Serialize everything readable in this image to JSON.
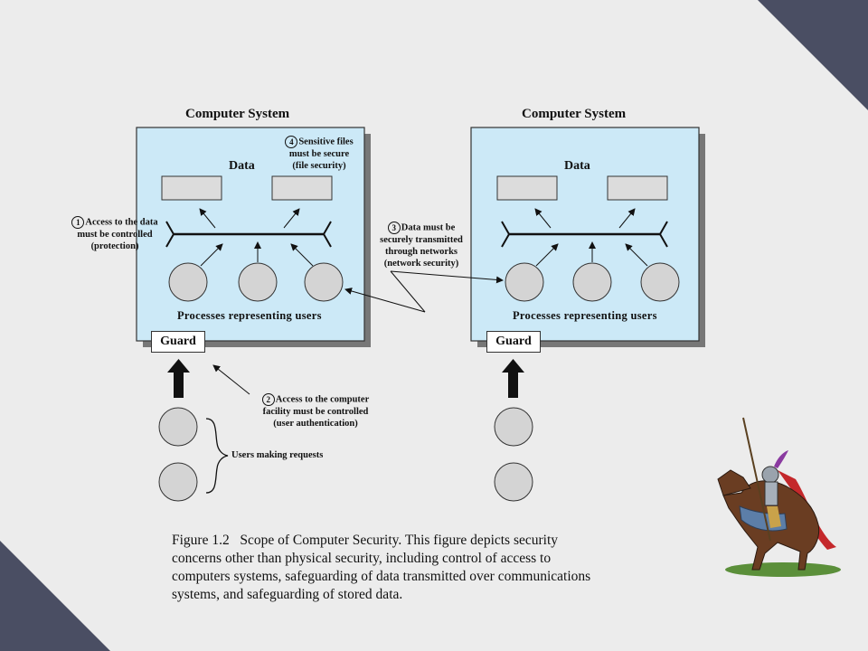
{
  "colors": {
    "frame": "#4a4e63",
    "slide": "#eeeeee",
    "system_fill": "#cce9f7",
    "circle_fill": "#d4d4d4",
    "rect_fill": "#dcdcdc"
  },
  "left_system": {
    "title": "Computer System",
    "data_label": "Data",
    "processes_label": "Processes representing users",
    "guard_label": "Guard"
  },
  "right_system": {
    "title": "Computer System",
    "data_label": "Data",
    "processes_label": "Processes representing users",
    "guard_label": "Guard"
  },
  "callouts": {
    "c1": {
      "num": "1",
      "lines": [
        "Access to the data",
        "must be controlled",
        "(protection)"
      ]
    },
    "c2": {
      "num": "2",
      "lines": [
        "Access to the computer",
        "facility must be controlled",
        "(user authentication)"
      ]
    },
    "c3": {
      "num": "3",
      "lines": [
        "Data must be",
        "securely transmitted",
        "through networks",
        "(network security)"
      ]
    },
    "c4": {
      "num": "4",
      "lines": [
        "Sensitive files",
        "must be secure",
        "(file security)"
      ]
    }
  },
  "users_label": "Users making requests",
  "caption": {
    "text": "Figure 1.2   Scope of Computer Security. This figure depicts security\nconcerns other than physical security, including control of access to\ncomputers systems, safeguarding of data transmitted over communications\nsystems, and safeguarding of stored data."
  },
  "knight_icon": "knight-on-horse"
}
